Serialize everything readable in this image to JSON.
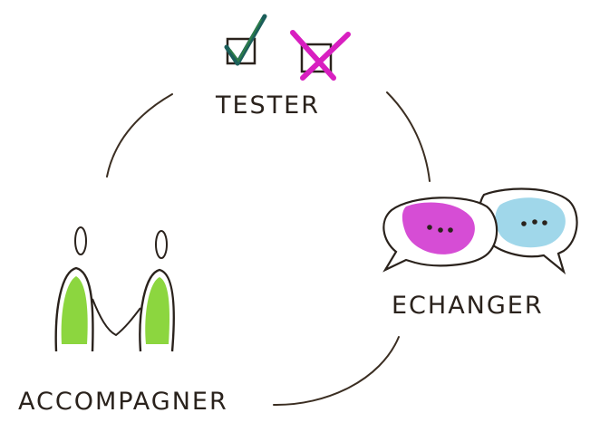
{
  "labels": {
    "tester": "TESTER",
    "echanger": "ECHANGER",
    "accompagner": "ACCOMPAGNER"
  },
  "colors": {
    "ink": "#2a221c",
    "check": "#1b5e5a",
    "cross": "#d81fc0",
    "magenta_fill": "#d23ad0",
    "blue_fill": "#8fd0e6",
    "green_fill": "#7fd12a",
    "arc": "#3b2e22"
  },
  "icons": [
    "checkbox-checked-icon",
    "checkbox-crossed-icon",
    "speech-bubbles-icon",
    "two-people-icon"
  ]
}
